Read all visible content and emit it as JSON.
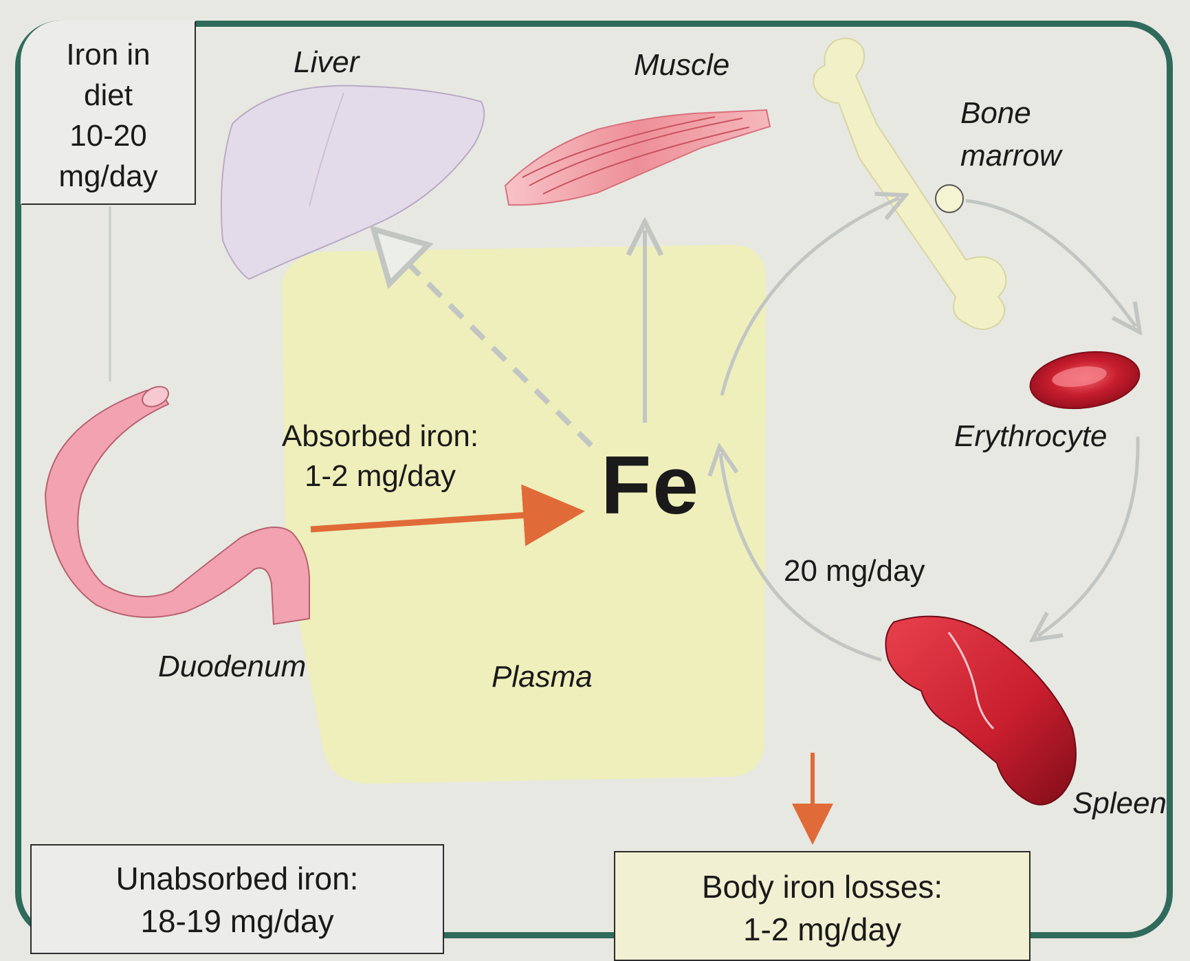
{
  "diet_box": {
    "lines": [
      "Iron in",
      "diet",
      "10-20",
      "mg/day"
    ]
  },
  "organs": {
    "liver": "Liver",
    "muscle": "Muscle",
    "bone_marrow": [
      "Bone",
      "marrow"
    ],
    "erythrocyte": "Erythrocyte",
    "duodenum": "Duodenum",
    "plasma": "Plasma",
    "spleen": "Spleen"
  },
  "center": {
    "element": "Fe"
  },
  "absorbed": {
    "lines": [
      "Absorbed iron:",
      "1-2 mg/day"
    ]
  },
  "turnover": {
    "rate": "20 mg/day"
  },
  "unabsorbed_box": {
    "lines": [
      "Unabsorbed iron:",
      "18-19 mg/day"
    ]
  },
  "losses_box": {
    "lines": [
      "Body iron losses:",
      "1-2 mg/day"
    ]
  },
  "colors": {
    "frame": "#2f6a5a",
    "background": "#e7e8e2",
    "plasma": "#eef0b4",
    "arrow_orange": "#e06b38",
    "arrow_grey": "#c2c6c3",
    "liver": "#e4dbea",
    "muscle": "#ef9aa2",
    "bone": "#f1f0c6",
    "duodenum": "#f2a2b0",
    "red_cell": "#c81e2e",
    "spleen": "#d42434"
  }
}
